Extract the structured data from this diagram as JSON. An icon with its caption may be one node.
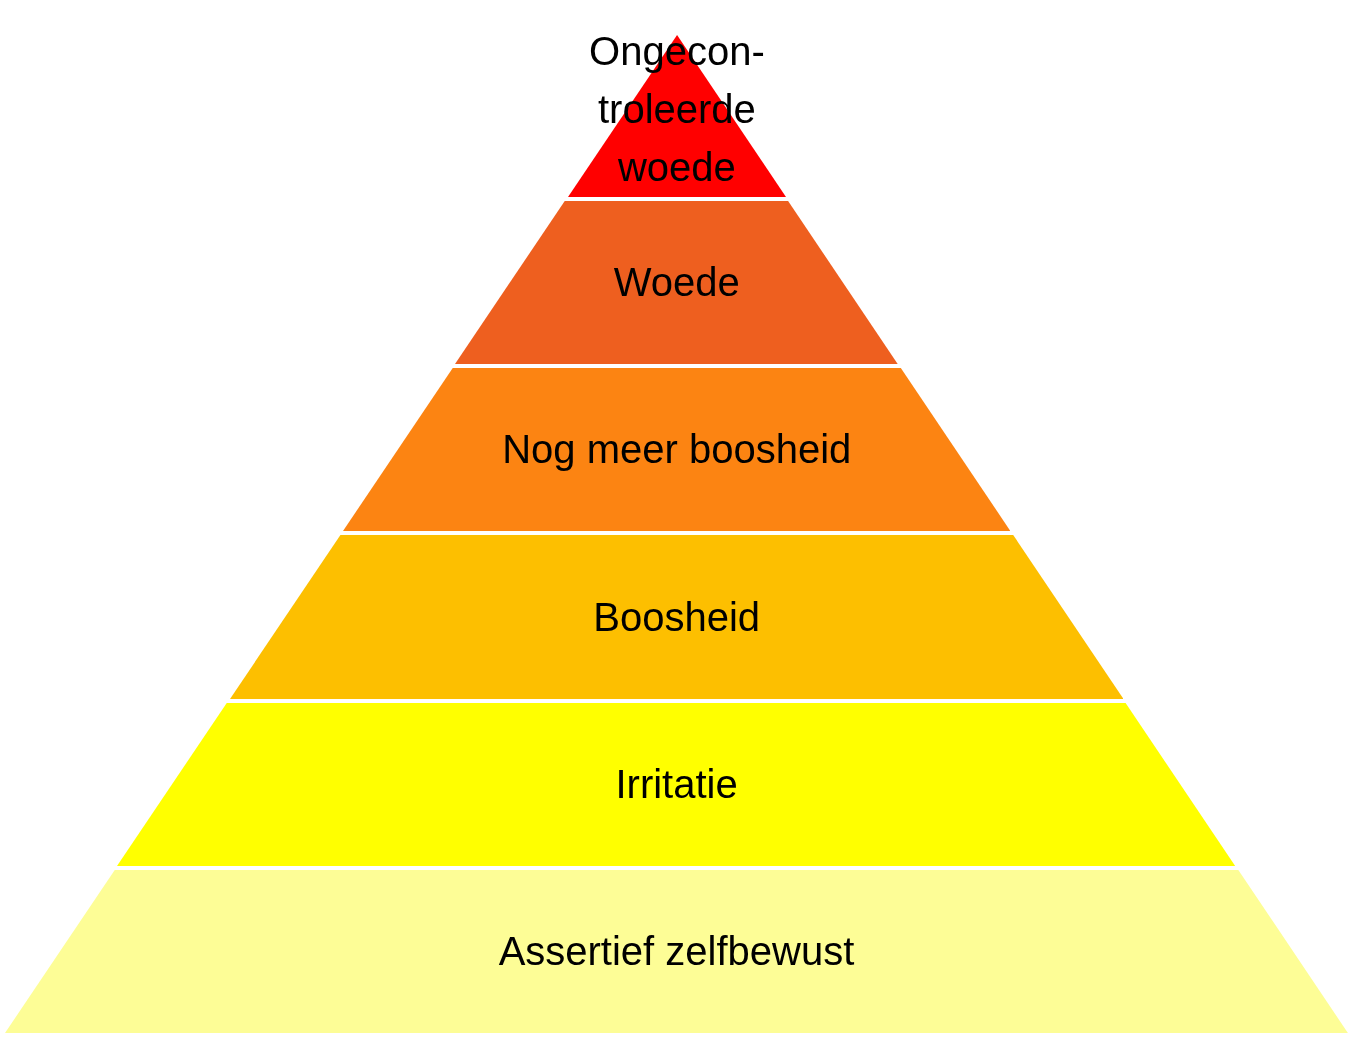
{
  "diagram": {
    "nodes": [
      {
        "text": [
          "Ongecon- troleerde woede"
        ]
      },
      {
        "text": [
          "Woede"
        ]
      },
      {
        "text": [
          "Nog meer boosheid"
        ]
      },
      {
        "text": [
          "Boosheid"
        ]
      },
      {
        "text": [
          "Irritatie"
        ]
      },
      {
        "text": [
          "Assertief zelfbewust"
        ]
      }
    ]
  }
}
